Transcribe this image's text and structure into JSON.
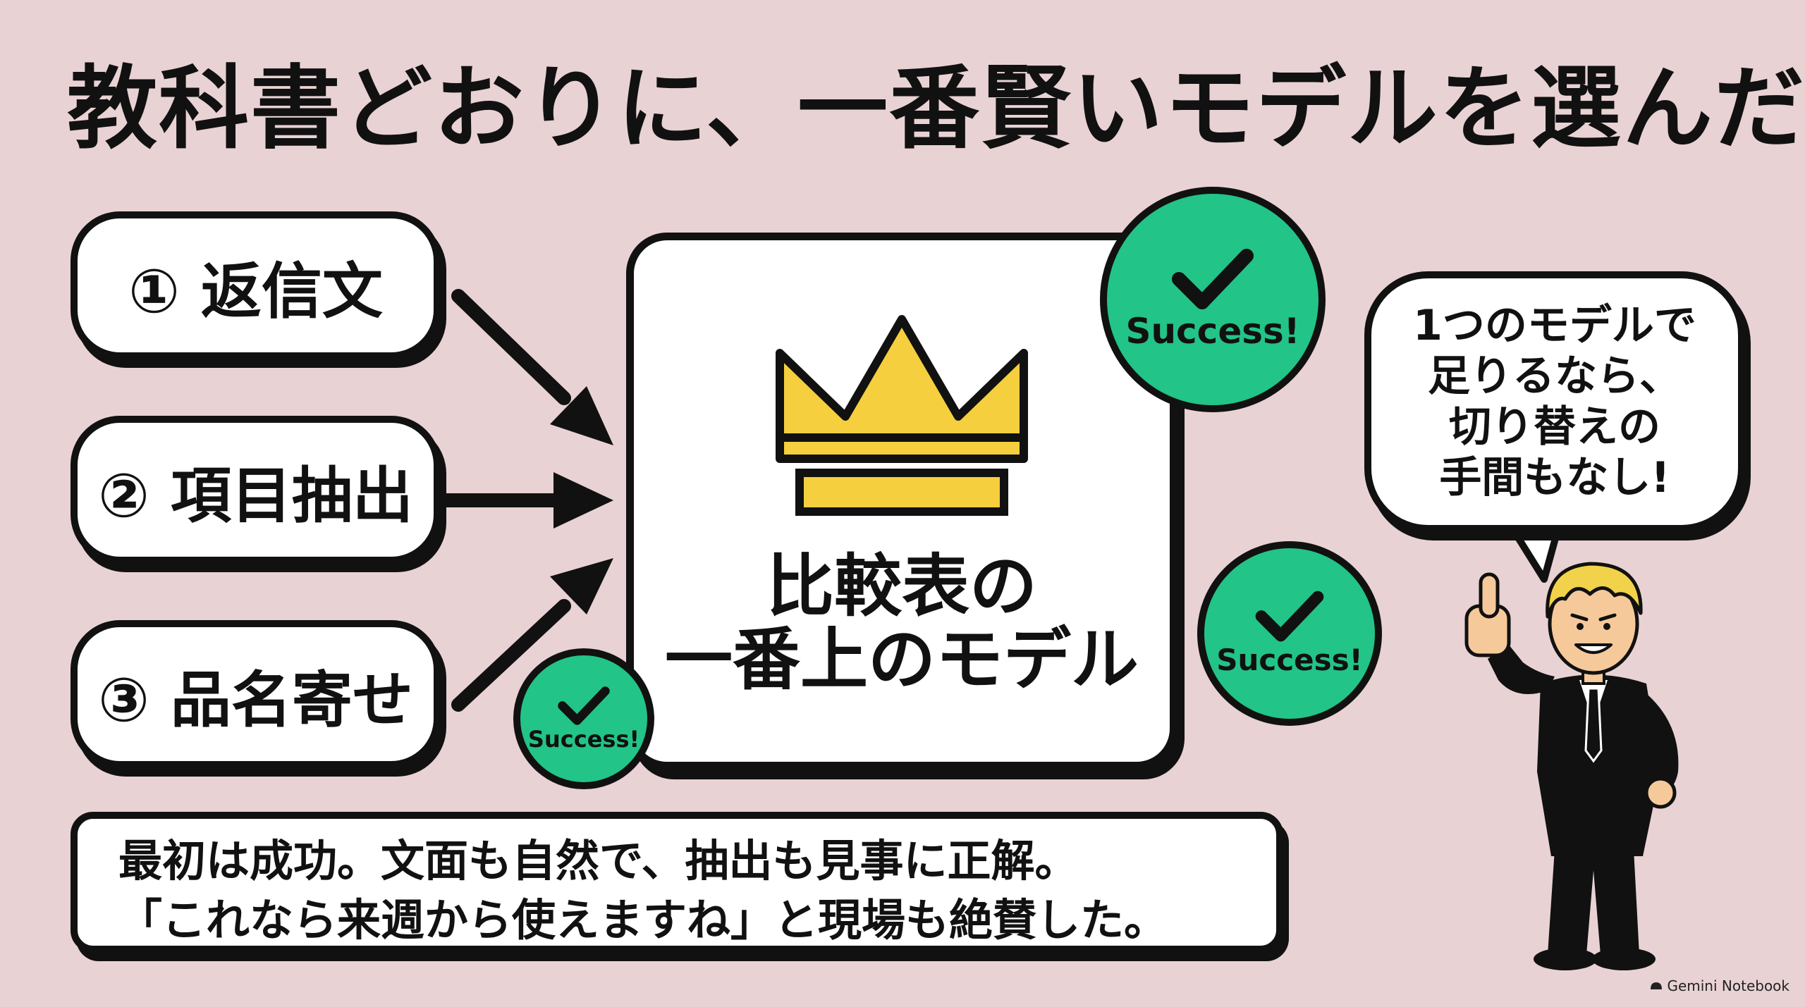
{
  "title": "教科書どおりに、一番賢いモデルを選んだ",
  "steps": [
    {
      "label": "① 返信文"
    },
    {
      "label": "② 項目抽出"
    },
    {
      "label": "③ 品名寄せ"
    }
  ],
  "center": {
    "line1": "比較表の",
    "line2": "一番上のモデル",
    "icon": "crown-icon"
  },
  "badges": [
    {
      "label": "Success!",
      "icon": "checkmark-icon"
    },
    {
      "label": "Success!",
      "icon": "checkmark-icon"
    },
    {
      "label": "Success!",
      "icon": "checkmark-icon"
    }
  ],
  "bubble": {
    "lines": [
      "1つのモデルで",
      "足りるなら、",
      "切り替えの",
      "手間もなし!"
    ]
  },
  "caption": {
    "line1": "最初は成功。文面も自然で、抽出も見事に正解。",
    "line2": "「これなら来週から使えますね」と現場も絶賛した。"
  },
  "footer": {
    "label": "Gemini Notebook",
    "icon": "gemini-icon"
  },
  "colors": {
    "background": "#e9d2d4",
    "success_green": "#22c488",
    "crown_yellow": "#f5cf3d",
    "outline": "#111111"
  }
}
